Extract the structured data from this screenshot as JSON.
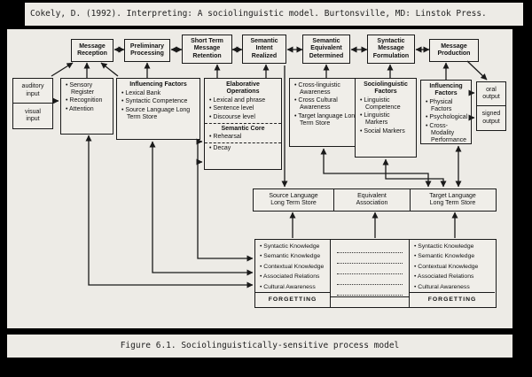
{
  "citation": "Cokely, D. (1992). Interpreting: A sociolinguistic model. Burtonsville, MD: Linstok Press.",
  "caption": "Figure 6.1. Sociolinguistically-sensitive process model",
  "colors": {
    "background": "#000000",
    "page": "#edebe6",
    "ink": "#1a1a1a"
  },
  "diagram": {
    "top_row": [
      "Message\nReception",
      "Preliminary\nProcessing",
      "Short Term\nMessage\nRetention",
      "Semantic\nIntent\nRealized",
      "Semantic\nEquivalent\nDetermined",
      "Syntactic\nMessage\nFormulation",
      "Message\nProduction"
    ],
    "input": {
      "cells": [
        "auditory\ninput",
        "visual\ninput"
      ]
    },
    "sensory": {
      "items": [
        "Sensory Register",
        "Recognition",
        "Attention"
      ]
    },
    "influencing_left": {
      "title": "Influencing Factors",
      "items": [
        "Lexical Bank",
        "Syntactic Competence",
        "Source Language Long Term Store"
      ]
    },
    "elaborative": {
      "title": "Elaborative\nOperations",
      "items": [
        "Lexical and phrase",
        "Sentence level",
        "Discourse level"
      ],
      "core_title": "Semantic Core",
      "core_items": [
        "Rehearsal"
      ],
      "decay_items": [
        "Decay"
      ]
    },
    "cross_linguistic": {
      "items": [
        "Cross-linguistic Awareness",
        "Cross Cultural Awareness",
        "Target language Long Term Store"
      ]
    },
    "sociolinguistic": {
      "title": "Sociolinguistic\nFactors",
      "items": [
        "Linguistic Competence",
        "Linguistic Markers",
        "Social Markers"
      ]
    },
    "influencing_right": {
      "title": "Influencing\nFactors",
      "items": [
        "Physical Factors",
        "Psychological",
        "Cross-Modality Performance"
      ]
    },
    "output": {
      "cells": [
        "oral\noutput",
        "signed\noutput"
      ]
    },
    "middle_row": [
      "Source Language\nLong Term Store",
      "Equivalent\nAssociation",
      "Target Language\nLong Term Store"
    ],
    "store_left": {
      "items": [
        "Syntactic Knowledge",
        "Semantic Knowledge",
        "Contextual Knowledge",
        "Associated Relations",
        "Cultural Awareness"
      ],
      "footer": "FORGETTING"
    },
    "store_right": {
      "items": [
        "Syntactic Knowledge",
        "Semantic Knowledge",
        "Contextual Knowledge",
        "Associated Relations",
        "Cultural Awareness"
      ],
      "footer": "FORGETTING"
    }
  }
}
